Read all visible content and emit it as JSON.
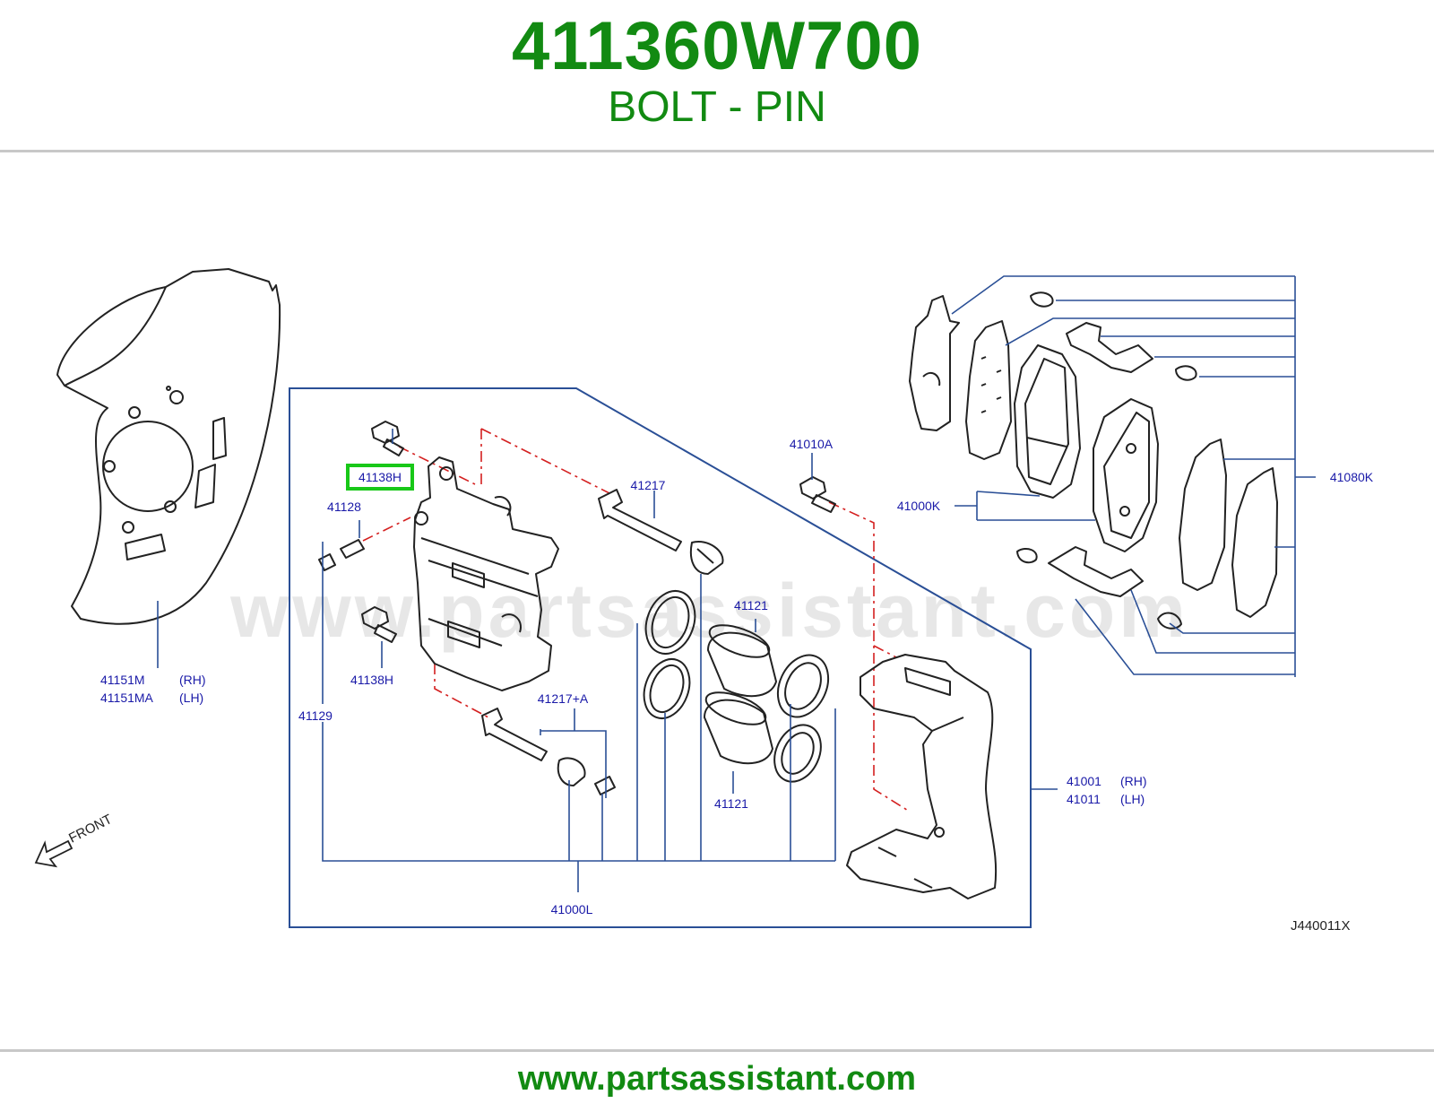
{
  "header": {
    "part_number": "411360W700",
    "part_description": "BOLT - PIN"
  },
  "footer": {
    "url": "www.partsassistant.com"
  },
  "watermark": "www.partsassistant.com",
  "diagram": {
    "code": "J440011X",
    "front_label": "FRONT",
    "highlighted_callout": "41138H",
    "callouts": {
      "c41138H_top": "41138H",
      "c41128": "41128",
      "c41138H_bottom": "41138H",
      "c41129": "41129",
      "c41217": "41217",
      "c41217A": "41217+A",
      "c41121_top": "41121",
      "c41121_bottom": "41121",
      "c41010A": "41010A",
      "c41000K": "41000K",
      "c41080K": "41080K",
      "c41000L": "41000L",
      "c41151M": "41151M",
      "c41151M_side": "(RH)",
      "c41151MA": "41151MA",
      "c41151MA_side": "(LH)",
      "c41001": "41001",
      "c41001_side": "(RH)",
      "c41011": "41011",
      "c41011_side": "(LH)"
    },
    "colors": {
      "highlight": "#18c818",
      "callout_text": "#1a1aa8",
      "leader": "#2a4f96",
      "axis": "#d42020",
      "brand": "#128a12"
    }
  }
}
